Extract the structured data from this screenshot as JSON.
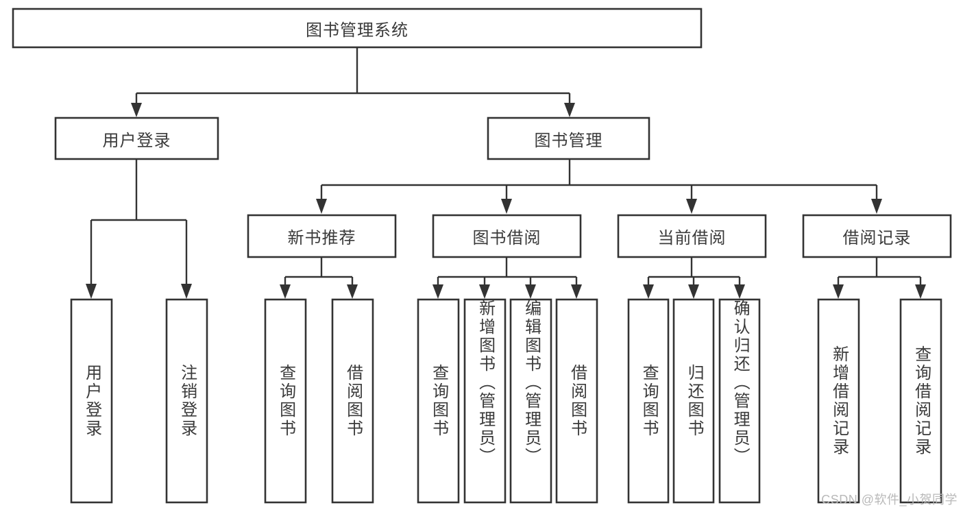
{
  "diagram": {
    "type": "tree",
    "title": "图书管理系统",
    "orientation": "top-down",
    "style": {
      "box_fill": "#ffffff",
      "box_stroke": "#333333",
      "text_color": "#3a3a3a",
      "background": "#ffffff",
      "watermark_color": "#b9b9b9"
    },
    "levels": {
      "root": {
        "label": "图书管理系统"
      },
      "level2": [
        {
          "label": "用户登录"
        },
        {
          "label": "图书管理"
        }
      ],
      "level3": [
        {
          "label": "新书推荐"
        },
        {
          "label": "图书借阅"
        },
        {
          "label": "当前借阅"
        },
        {
          "label": "借阅记录"
        }
      ],
      "leaves": {
        "user_login": [
          {
            "label": "用户登录"
          },
          {
            "label": "注销登录"
          }
        ],
        "new_book_recommend": [
          {
            "label": "查询图书"
          },
          {
            "label": "借阅图书"
          }
        ],
        "book_borrow": [
          {
            "label": "查询图书"
          },
          {
            "label": "新增图书（管理员）"
          },
          {
            "label": "编辑图书（管理员）"
          },
          {
            "label": "借阅图书"
          }
        ],
        "current_borrow": [
          {
            "label": "查询图书"
          },
          {
            "label": "归还图书"
          },
          {
            "label": "确认归还（管理员）"
          }
        ],
        "borrow_record": [
          {
            "label": "新增借阅记录"
          },
          {
            "label": "查询借阅记录"
          }
        ]
      }
    },
    "edges": [
      {
        "from": "图书管理系统",
        "to": "用户登录"
      },
      {
        "from": "图书管理系统",
        "to": "图书管理"
      },
      {
        "from": "用户登录",
        "to": "用户登录"
      },
      {
        "from": "用户登录",
        "to": "注销登录"
      },
      {
        "from": "图书管理",
        "to": "新书推荐"
      },
      {
        "from": "图书管理",
        "to": "图书借阅"
      },
      {
        "from": "图书管理",
        "to": "当前借阅"
      },
      {
        "from": "图书管理",
        "to": "借阅记录"
      },
      {
        "from": "新书推荐",
        "to": "查询图书"
      },
      {
        "from": "新书推荐",
        "to": "借阅图书"
      },
      {
        "from": "图书借阅",
        "to": "查询图书"
      },
      {
        "from": "图书借阅",
        "to": "新增图书（管理员）"
      },
      {
        "from": "图书借阅",
        "to": "编辑图书（管理员）"
      },
      {
        "from": "图书借阅",
        "to": "借阅图书"
      },
      {
        "from": "当前借阅",
        "to": "查询图书"
      },
      {
        "from": "当前借阅",
        "to": "归还图书"
      },
      {
        "from": "当前借阅",
        "to": "确认归还（管理员）"
      },
      {
        "from": "借阅记录",
        "to": "新增借阅记录"
      },
      {
        "from": "借阅记录",
        "to": "查询借阅记录"
      }
    ]
  },
  "watermark": {
    "text": "CSDN @软件_小贺同学"
  }
}
